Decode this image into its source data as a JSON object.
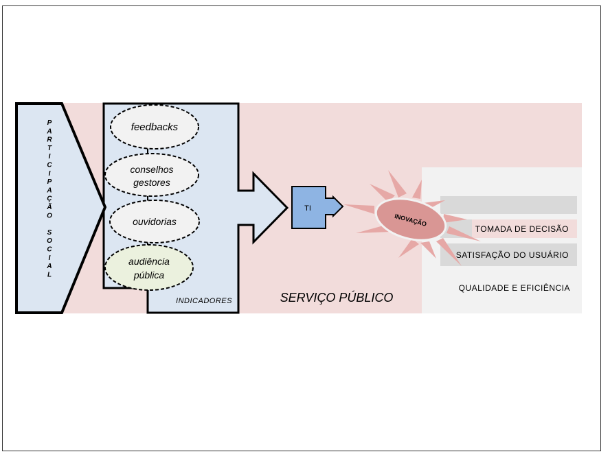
{
  "diagram": {
    "participacao_social": {
      "letters": [
        "P",
        "A",
        "R",
        "T",
        "I",
        "C",
        "I",
        "P",
        "A",
        "Ç",
        "Ã",
        "O",
        "",
        "S",
        "O",
        "C",
        "I",
        "A",
        "L"
      ]
    },
    "channels": [
      {
        "lines": [
          "feedbacks"
        ]
      },
      {
        "lines": [
          "conselhos",
          "gestores"
        ]
      },
      {
        "lines": [
          "ouvidorias"
        ]
      },
      {
        "lines": [
          "audiência",
          "pública"
        ]
      }
    ],
    "indicadores_label": "INDICADORES",
    "ti_label": "TI",
    "inovacao_label": "INOVAÇÃO",
    "servico_publico_label": "SERVIÇO PÚBLICO",
    "outcomes": [
      {
        "label": ""
      },
      {
        "label": "TOMADA DE DECISÃO"
      },
      {
        "label": "SATISFAÇÃO DO USUÁRIO"
      },
      {
        "label": "QUALIDADE E EFICIÊNCIA"
      }
    ],
    "colors": {
      "pink_band": "#f2dcdb",
      "light_blue": "#dce6f2",
      "ti_blue": "#8eb4e3",
      "innovation": "#d99694",
      "audiencia_green": "#ebf1de",
      "gray_panel": "#f2f2f2",
      "gray_bar": "#d9d9d9"
    }
  }
}
